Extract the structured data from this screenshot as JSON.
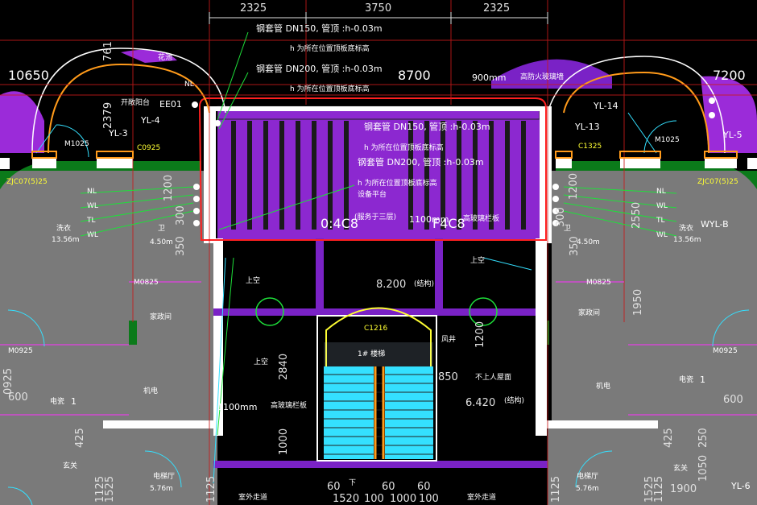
{
  "dims": {
    "top1": "2325",
    "top2": "3750",
    "top3": "2325",
    "left_span": "10650",
    "mid_span": "8700",
    "right_span": "7200",
    "v761": "761",
    "v2379": "2379",
    "v2550": "2550",
    "v1950": "1950",
    "v1200a": "1200",
    "v1200b": "1200",
    "v1200c": "1200",
    "v300a": "300",
    "v300b": "300",
    "v350a": "350",
    "v350b": "350",
    "v2840": "2840",
    "v1000": "1000",
    "v850": "850",
    "v600a": "600",
    "v600b": "600",
    "v425a": "425",
    "v425b": "425",
    "v250": "250",
    "v1050": "1050",
    "v1900": "1900",
    "v1125a": "1125",
    "v1125b": "1125",
    "v1125c": "1125",
    "v1125d": "1125",
    "v0925": "0925",
    "v1525": "1525",
    "v1520": "1520",
    "b60a": "60",
    "b60b": "60",
    "b60c": "60",
    "b100a": "100",
    "b100b": "100",
    "b1000": "1000",
    "v1525r": "1525"
  },
  "annotations": {
    "pipe1": "钢套管  DN150,    管顶  :h-0.03m",
    "pipe1_note": "h 为所在位置顶板底标高",
    "pipe2": "钢套管  DN200,    管顶  :h-0.03m",
    "pipe2_note": "h 为所在位置顶板底标高",
    "pipe3": "钢套管  DN150,    管顶  :h-0.03m",
    "pipe3_note": "h 为所在位置顶板底标高",
    "pipe4": "钢套管  DN200,    管顶  :h-0.03m",
    "pipe4_note": "h 为所在位置顶板底标高",
    "equip_platform": "设备平台",
    "flower": "花池",
    "nl_top": "NL",
    "open_balcony": "开敞阳台",
    "ee01": "EE01",
    "yl4": "YL-4",
    "yl3": "YL-3",
    "yl13": "YL-13",
    "yl14": "YL-14",
    "yl5": "YL-5",
    "yl6": "YL-6",
    "wyl_b": "WYL-B",
    "height_900": "900mm",
    "glass_wall": "高防火玻璃墙",
    "c0925": "C0925",
    "c1325": "C1325",
    "m1025_l": "M1025",
    "m1025_r": "M1025",
    "zjc_l": "ZJC07(5)25",
    "zjc_r": "ZJC07(5)25",
    "nl_l": "NL",
    "wl_l1": "WL",
    "tl_l": "TL",
    "wl_l2": "WL",
    "nl_r": "NL",
    "wl_r1": "WL",
    "tl_r": "TL",
    "wl_r2": "WL",
    "laundry_l": "洗衣",
    "area_l": "13.56m",
    "laundry_r": "洗衣",
    "area_r": "13.56m",
    "wc_l": "卫",
    "wc_area_l": "4.50m",
    "wc_r": "卫",
    "wc_area_r": "4.50m",
    "c08": "0:4C8",
    "c08_note": "(服务于三层)",
    "c08_r": "1100mm",
    "c08_r2": "F4C8",
    "rail_glass": "高玻璃栏板",
    "m0825_l": "M0825",
    "m0825_r": "M0825",
    "upper_void_l": "上空",
    "upper_void_r": "上空",
    "upper_void_l2": "上空",
    "kitchen_l": "家政间",
    "kitchen_r": "家政间",
    "m0925_l": "M0925",
    "m0925_r": "M0925",
    "level_8200": "8.200",
    "struct_1": "(结构)",
    "c1216": "C1216",
    "stair": "1# 楼梯",
    "wind_shaft": "风井",
    "no_roof": "不上人屋面",
    "level_6420": "6.420",
    "struct_2": "(结构)",
    "height_1100": "1100mm",
    "rail_glass2": "高玻璃栏板",
    "elec_l": "电瓷",
    "elec_l_num": "1",
    "elec_r": "电瓷",
    "elec_r_num": "1",
    "pipe_l": "机电",
    "pipe_r": "机电",
    "foyer_l": "玄关",
    "foyer_r": "玄关",
    "elev_l": "电梯厅",
    "elev_l_area": "5.76m",
    "elev_r": "电梯厅",
    "elev_r_area": "5.76m",
    "corridor_l": "室外走道",
    "corridor_r": "室外走道",
    "down": "下"
  },
  "colors": {
    "purple": "#9b2bd9",
    "wall": "#ffffff",
    "room": "#7c7c7c",
    "green": "#0b7a1a",
    "red": "#ff2020",
    "cyan": "#34e0ff",
    "yellow": "#ffff33",
    "orange": "#ff9a1a"
  }
}
